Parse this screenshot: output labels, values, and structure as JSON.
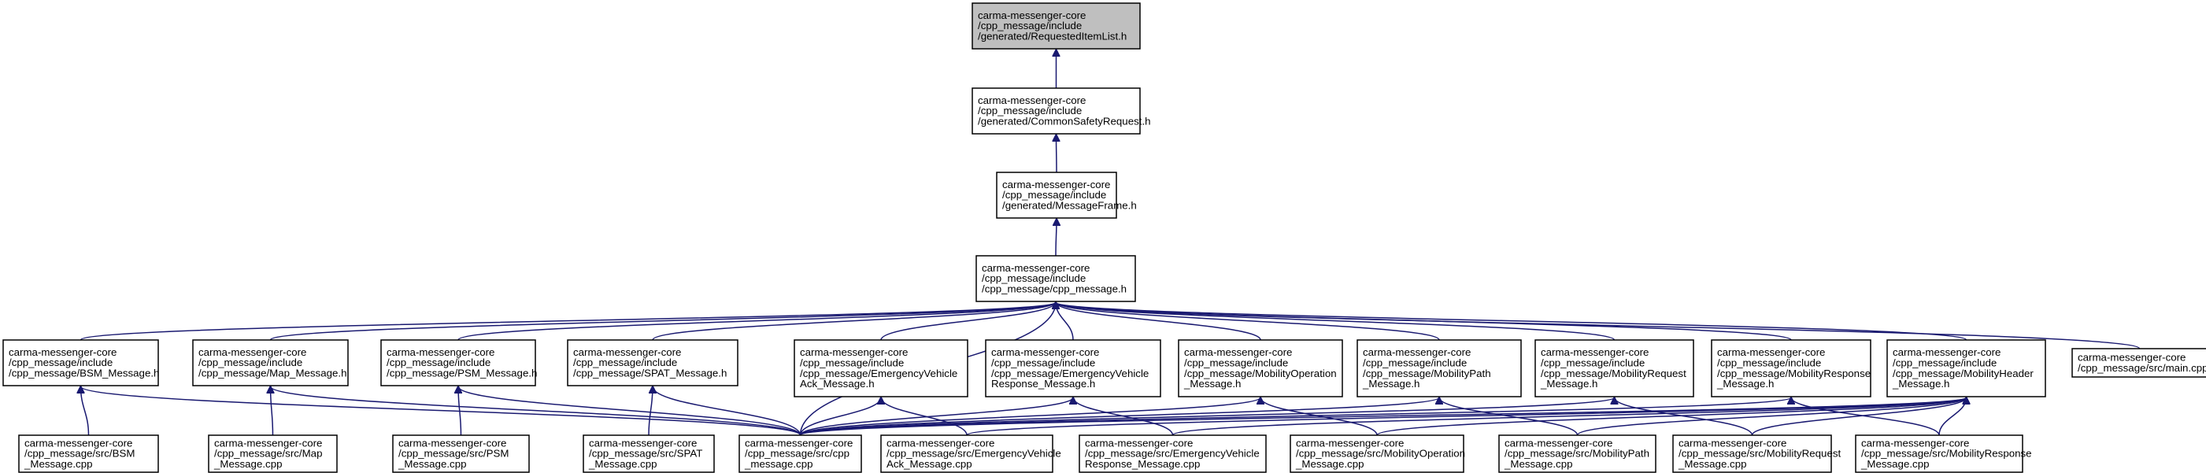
{
  "graph": {
    "nodes": [
      {
        "id": "n0",
        "lines": [
          "carma-messenger-core",
          "/cpp_message/include",
          "/generated/RequestedItemList.h"
        ],
        "root": true
      },
      {
        "id": "n1",
        "lines": [
          "carma-messenger-core",
          "/cpp_message/include",
          "/generated/CommonSafetyRequest.h"
        ]
      },
      {
        "id": "n2",
        "lines": [
          "carma-messenger-core",
          "/cpp_message/include",
          "/generated/MessageFrame.h"
        ]
      },
      {
        "id": "n3",
        "lines": [
          "carma-messenger-core",
          "/cpp_message/include",
          "/cpp_message/cpp_message.h"
        ]
      },
      {
        "id": "n4",
        "lines": [
          "carma-messenger-core",
          "/cpp_message/include",
          "/cpp_message/BSM_Message.h"
        ]
      },
      {
        "id": "n5",
        "lines": [
          "carma-messenger-core",
          "/cpp_message/include",
          "/cpp_message/Map_Message.h"
        ]
      },
      {
        "id": "n6",
        "lines": [
          "carma-messenger-core",
          "/cpp_message/include",
          "/cpp_message/PSM_Message.h"
        ]
      },
      {
        "id": "n7",
        "lines": [
          "carma-messenger-core",
          "/cpp_message/include",
          "/cpp_message/SPAT_Message.h"
        ]
      },
      {
        "id": "n8",
        "lines": [
          "carma-messenger-core",
          "/cpp_message/include",
          "/cpp_message/EmergencyVehicle",
          "Ack_Message.h"
        ]
      },
      {
        "id": "n9",
        "lines": [
          "carma-messenger-core",
          "/cpp_message/include",
          "/cpp_message/EmergencyVehicle",
          "Response_Message.h"
        ]
      },
      {
        "id": "n10",
        "lines": [
          "carma-messenger-core",
          "/cpp_message/include",
          "/cpp_message/MobilityOperation",
          "_Message.h"
        ]
      },
      {
        "id": "n11",
        "lines": [
          "carma-messenger-core",
          "/cpp_message/include",
          "/cpp_message/MobilityPath",
          "_Message.h"
        ]
      },
      {
        "id": "n12",
        "lines": [
          "carma-messenger-core",
          "/cpp_message/include",
          "/cpp_message/MobilityRequest",
          "_Message.h"
        ]
      },
      {
        "id": "n13",
        "lines": [
          "carma-messenger-core",
          "/cpp_message/include",
          "/cpp_message/MobilityResponse",
          "_Message.h"
        ]
      },
      {
        "id": "n14",
        "lines": [
          "carma-messenger-core",
          "/cpp_message/include",
          "/cpp_message/MobilityHeader",
          "_Message.h"
        ]
      },
      {
        "id": "n15",
        "lines": [
          "carma-messenger-core",
          "/cpp_message/src/main.cpp"
        ]
      },
      {
        "id": "n16",
        "lines": [
          "carma-messenger-core",
          "/cpp_message/src/BSM",
          "_Message.cpp"
        ]
      },
      {
        "id": "n17",
        "lines": [
          "carma-messenger-core",
          "/cpp_message/src/Map",
          "_Message.cpp"
        ]
      },
      {
        "id": "n18",
        "lines": [
          "carma-messenger-core",
          "/cpp_message/src/PSM",
          "_Message.cpp"
        ]
      },
      {
        "id": "n19",
        "lines": [
          "carma-messenger-core",
          "/cpp_message/src/SPAT",
          "_Message.cpp"
        ]
      },
      {
        "id": "n20",
        "lines": [
          "carma-messenger-core",
          "/cpp_message/src/cpp",
          "_message.cpp"
        ]
      },
      {
        "id": "n21",
        "lines": [
          "carma-messenger-core",
          "/cpp_message/src/EmergencyVehicle",
          "Ack_Message.cpp"
        ]
      },
      {
        "id": "n22",
        "lines": [
          "carma-messenger-core",
          "/cpp_message/src/EmergencyVehicle",
          "Response_Message.cpp"
        ]
      },
      {
        "id": "n23",
        "lines": [
          "carma-messenger-core",
          "/cpp_message/src/MobilityOperation",
          "_Message.cpp"
        ]
      },
      {
        "id": "n24",
        "lines": [
          "carma-messenger-core",
          "/cpp_message/src/MobilityPath",
          "_Message.cpp"
        ]
      },
      {
        "id": "n25",
        "lines": [
          "carma-messenger-core",
          "/cpp_message/src/MobilityRequest",
          "_Message.cpp"
        ]
      },
      {
        "id": "n26",
        "lines": [
          "carma-messenger-core",
          "/cpp_message/src/MobilityResponse",
          "_Message.cpp"
        ]
      }
    ],
    "edges": [
      [
        "n1",
        "n0"
      ],
      [
        "n2",
        "n1"
      ],
      [
        "n3",
        "n2"
      ],
      [
        "n4",
        "n3"
      ],
      [
        "n5",
        "n3"
      ],
      [
        "n6",
        "n3"
      ],
      [
        "n7",
        "n3"
      ],
      [
        "n8",
        "n3"
      ],
      [
        "n9",
        "n3"
      ],
      [
        "n10",
        "n3"
      ],
      [
        "n11",
        "n3"
      ],
      [
        "n12",
        "n3"
      ],
      [
        "n13",
        "n3"
      ],
      [
        "n14",
        "n3"
      ],
      [
        "n15",
        "n3"
      ],
      [
        "n20",
        "n3"
      ],
      [
        "n16",
        "n4"
      ],
      [
        "n20",
        "n4"
      ],
      [
        "n17",
        "n5"
      ],
      [
        "n20",
        "n5"
      ],
      [
        "n18",
        "n6"
      ],
      [
        "n20",
        "n6"
      ],
      [
        "n19",
        "n7"
      ],
      [
        "n20",
        "n7"
      ],
      [
        "n20",
        "n8"
      ],
      [
        "n21",
        "n8"
      ],
      [
        "n20",
        "n9"
      ],
      [
        "n22",
        "n9"
      ],
      [
        "n20",
        "n10"
      ],
      [
        "n23",
        "n10"
      ],
      [
        "n20",
        "n11"
      ],
      [
        "n24",
        "n11"
      ],
      [
        "n20",
        "n12"
      ],
      [
        "n25",
        "n12"
      ],
      [
        "n20",
        "n13"
      ],
      [
        "n26",
        "n13"
      ],
      [
        "n20",
        "n14"
      ],
      [
        "n21",
        "n14"
      ],
      [
        "n22",
        "n14"
      ],
      [
        "n23",
        "n14"
      ],
      [
        "n24",
        "n14"
      ],
      [
        "n25",
        "n14"
      ],
      [
        "n26",
        "n14"
      ]
    ]
  },
  "colors": {
    "edge": "#191970",
    "root_fill": "#bfbfbf",
    "node_fill": "#ffffff",
    "border": "#000000"
  }
}
